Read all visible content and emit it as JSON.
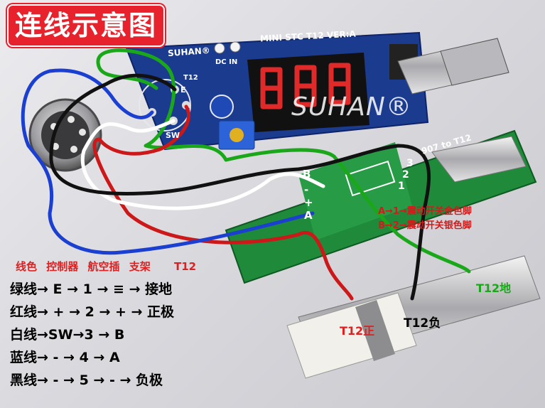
{
  "title": "连线示意图",
  "board": {
    "model": "MINI STC T12 VER:A",
    "brand": "SUHAN®",
    "watermark": "SUHAN®",
    "dc_in": "DC IN",
    "connector_e": "E",
    "connector_sw": "SW",
    "connector_t12": "T12"
  },
  "adapter": {
    "label": "907 to T12",
    "pins": [
      "B",
      "-",
      "+",
      "A"
    ],
    "pins_right": [
      "1",
      "2",
      "3"
    ]
  },
  "notes": [
    "A→1→震动开关金色脚",
    "B→2→震动开关银色脚"
  ],
  "legend": {
    "header": [
      "线色",
      "控制器",
      "航空插",
      "支架",
      "T12"
    ],
    "rows": [
      "绿线→  E →  1 →   ≡   → 接地",
      "红线→  + → 2 →   +   → 正极",
      "白线→SW→3 →   B",
      "蓝线→  - → 4 →   A",
      "黑线→  - → 5 →   -    → 负极"
    ]
  },
  "tip_labels": {
    "positive": "T12正",
    "negative": "T12负",
    "ground": "T12地"
  },
  "colors": {
    "title_bg": "#e8222c",
    "pcb_blue": "#1b3b8f",
    "pcb_green": "#1f8a3a",
    "wire_green": "#1aa81a",
    "wire_red": "#cc1818",
    "wire_white": "#ffffff",
    "wire_blue": "#1b3fd0",
    "wire_black": "#111111"
  }
}
